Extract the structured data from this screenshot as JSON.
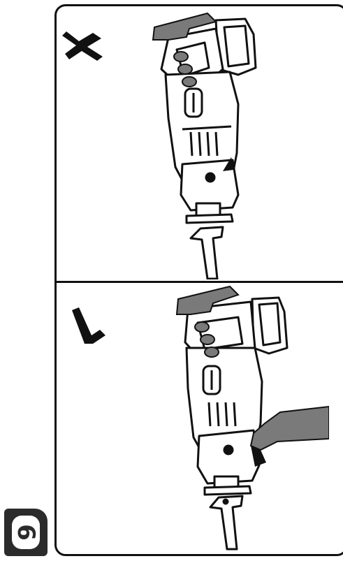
{
  "page": {
    "number": "6"
  },
  "panels": [
    {
      "id": "incorrect",
      "marker": "cross-mark-icon",
      "illustration": "reciprocating-saw-one-hand-grip"
    },
    {
      "id": "correct",
      "marker": "check-mark-icon",
      "illustration": "reciprocating-saw-two-hand-grip"
    }
  ],
  "colors": {
    "line": "#111111",
    "hand": "#7a7a7a",
    "badge": "#2b2b2b"
  }
}
